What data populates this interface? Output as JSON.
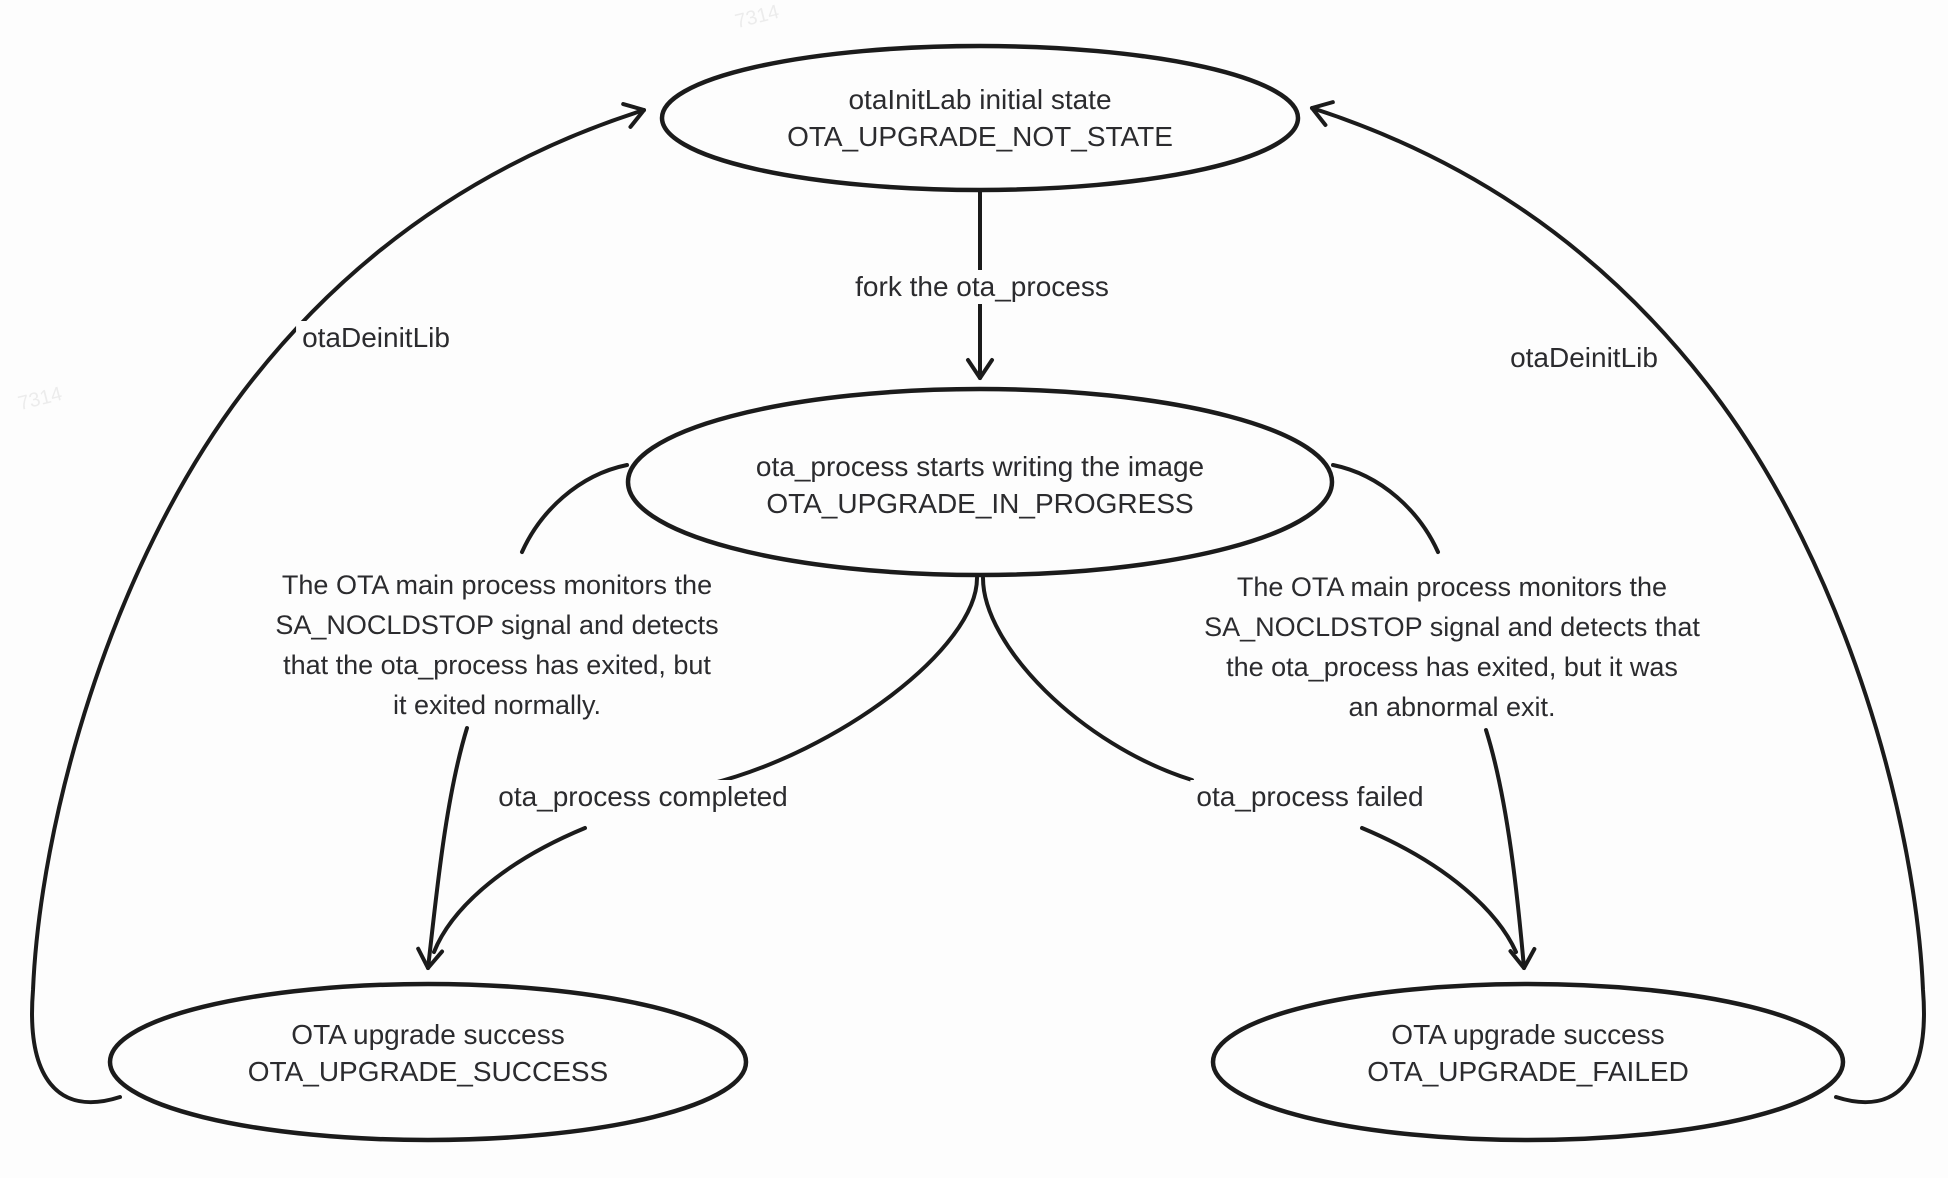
{
  "diagram": {
    "nodes": {
      "initial": {
        "line1": "otaInitLab initial state",
        "line2": "OTA_UPGRADE_NOT_STATE"
      },
      "in_progress": {
        "line1": "ota_process starts writing the image",
        "line2": "OTA_UPGRADE_IN_PROGRESS"
      },
      "success": {
        "line1": "OTA upgrade success",
        "line2": "OTA_UPGRADE_SUCCESS"
      },
      "failed": {
        "line1": "OTA upgrade success",
        "line2": "OTA_UPGRADE_FAILED"
      }
    },
    "edges": {
      "fork_label": "fork the ota_process",
      "completed_label": "ota_process completed",
      "failed_label": "ota_process failed",
      "deinit_left_label": "otaDeinitLib",
      "deinit_right_label": "otaDeinitLib"
    },
    "annotations": {
      "left": {
        "lines": [
          "The OTA main process monitors the",
          "SA_NOCLDSTOP signal and detects",
          "that the ota_process has exited, but",
          "it exited normally."
        ]
      },
      "right": {
        "lines": [
          "The OTA main process monitors the",
          "SA_NOCLDSTOP signal and detects that",
          "the ota_process has exited, but it was",
          "an abnormal exit."
        ]
      }
    },
    "watermark": "7314",
    "colors": {
      "stroke": "#1b1b1b",
      "text": "#2b2b2e",
      "background": "#fdfdfd"
    }
  }
}
